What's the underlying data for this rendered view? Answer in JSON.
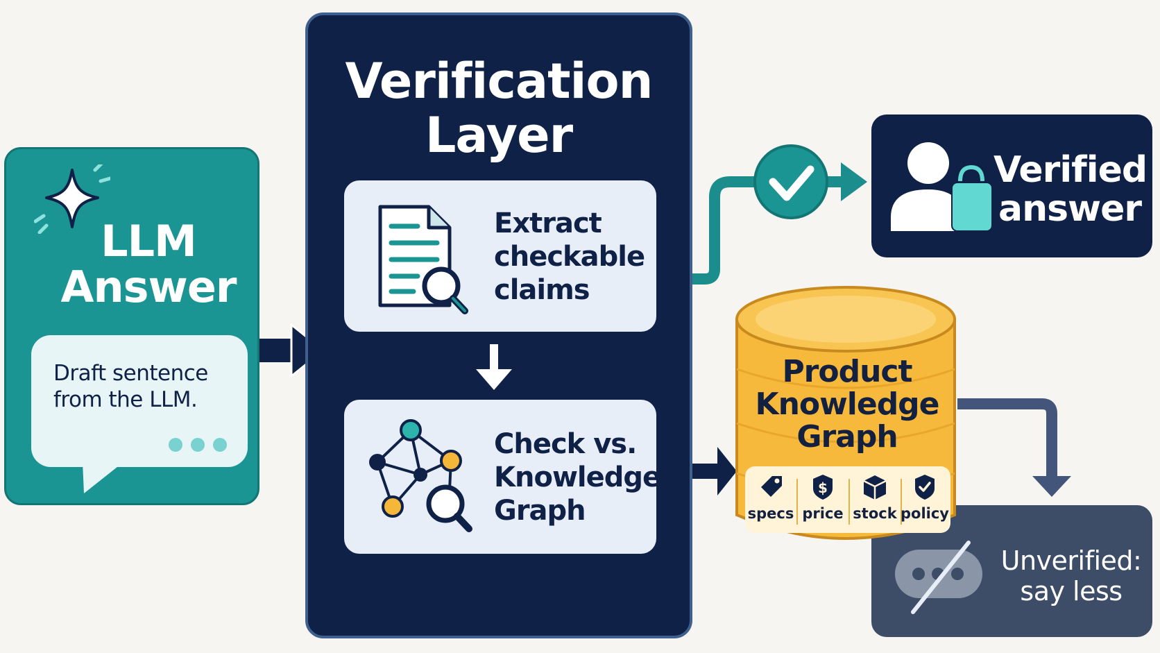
{
  "llm_answer": {
    "title_line1": "LLM",
    "title_line2": "Answer",
    "draft_line1": "Draft sentence",
    "draft_line2": "from the LLM."
  },
  "verification_layer": {
    "title_line1": "Verification",
    "title_line2": "Layer",
    "step_extract": [
      "Extract",
      "checkable",
      "claims"
    ],
    "step_check": [
      "Check vs.",
      "Knowledge",
      "Graph"
    ]
  },
  "knowledge_graph": {
    "title": [
      "Product",
      "Knowledge",
      "Graph"
    ],
    "attributes": [
      {
        "label": "specs",
        "icon": "tag-icon"
      },
      {
        "label": "price",
        "icon": "price-shield-icon"
      },
      {
        "label": "stock",
        "icon": "box-icon"
      },
      {
        "label": "policy",
        "icon": "shield-check-icon"
      }
    ]
  },
  "verified_answer": {
    "line1": "Verified",
    "line2": "answer"
  },
  "unverified": {
    "line1": "Unverified:",
    "line2": "say less"
  },
  "colors": {
    "teal": "#1b9593",
    "navy": "#0f2147",
    "slate": "#3d4d67",
    "gold": "#f5b73a",
    "card": "#e7eef8"
  }
}
